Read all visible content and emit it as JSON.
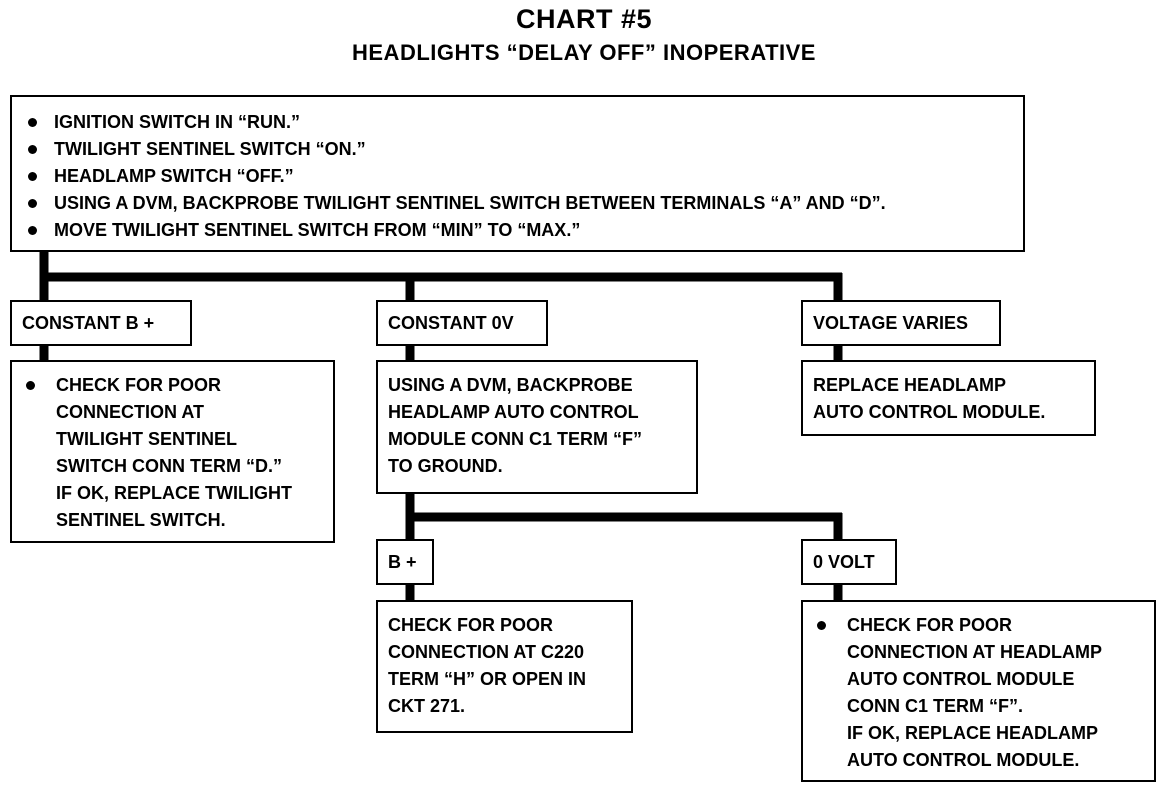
{
  "header": {
    "title": "CHART #5",
    "subtitle": "HEADLIGHTS “DELAY OFF” INOPERATIVE"
  },
  "start_box": {
    "steps": [
      "IGNITION SWITCH IN “RUN.”",
      "TWILIGHT SENTINEL SWITCH “ON.”",
      "HEADLAMP SWITCH “OFF.”",
      "USING A DVM, BACKPROBE TWILIGHT SENTINEL SWITCH BETWEEN TERMINALS “A” AND “D”.",
      "MOVE TWILIGHT SENTINEL SWITCH FROM “MIN” TO “MAX.”"
    ]
  },
  "branch_left": {
    "label": "CONSTANT B +",
    "action_lines": [
      "CHECK FOR POOR",
      "CONNECTION AT",
      "TWILIGHT SENTINEL",
      "SWITCH CONN TERM “D.”",
      "IF OK, REPLACE TWILIGHT",
      "SENTINEL SWITCH."
    ]
  },
  "branch_middle": {
    "label": "CONSTANT 0V",
    "action_lines": [
      "USING A DVM, BACKPROBE",
      "HEADLAMP AUTO CONTROL",
      "MODULE CONN C1 TERM “F”",
      "TO GROUND."
    ]
  },
  "branch_right": {
    "label": "VOLTAGE VARIES",
    "action_lines": [
      "REPLACE HEADLAMP",
      "AUTO CONTROL MODULE."
    ]
  },
  "sub_branch_left": {
    "label": "B +",
    "action_lines": [
      "CHECK FOR POOR",
      "CONNECTION AT C220",
      "TERM “H” OR OPEN IN",
      "CKT 271."
    ]
  },
  "sub_branch_right": {
    "label": "0 VOLT",
    "action_lines": [
      "CHECK FOR POOR",
      "CONNECTION AT HEADLAMP",
      "AUTO CONTROL MODULE",
      "CONN C1 TERM “F”.",
      "IF OK, REPLACE HEADLAMP",
      "AUTO CONTROL MODULE."
    ]
  }
}
